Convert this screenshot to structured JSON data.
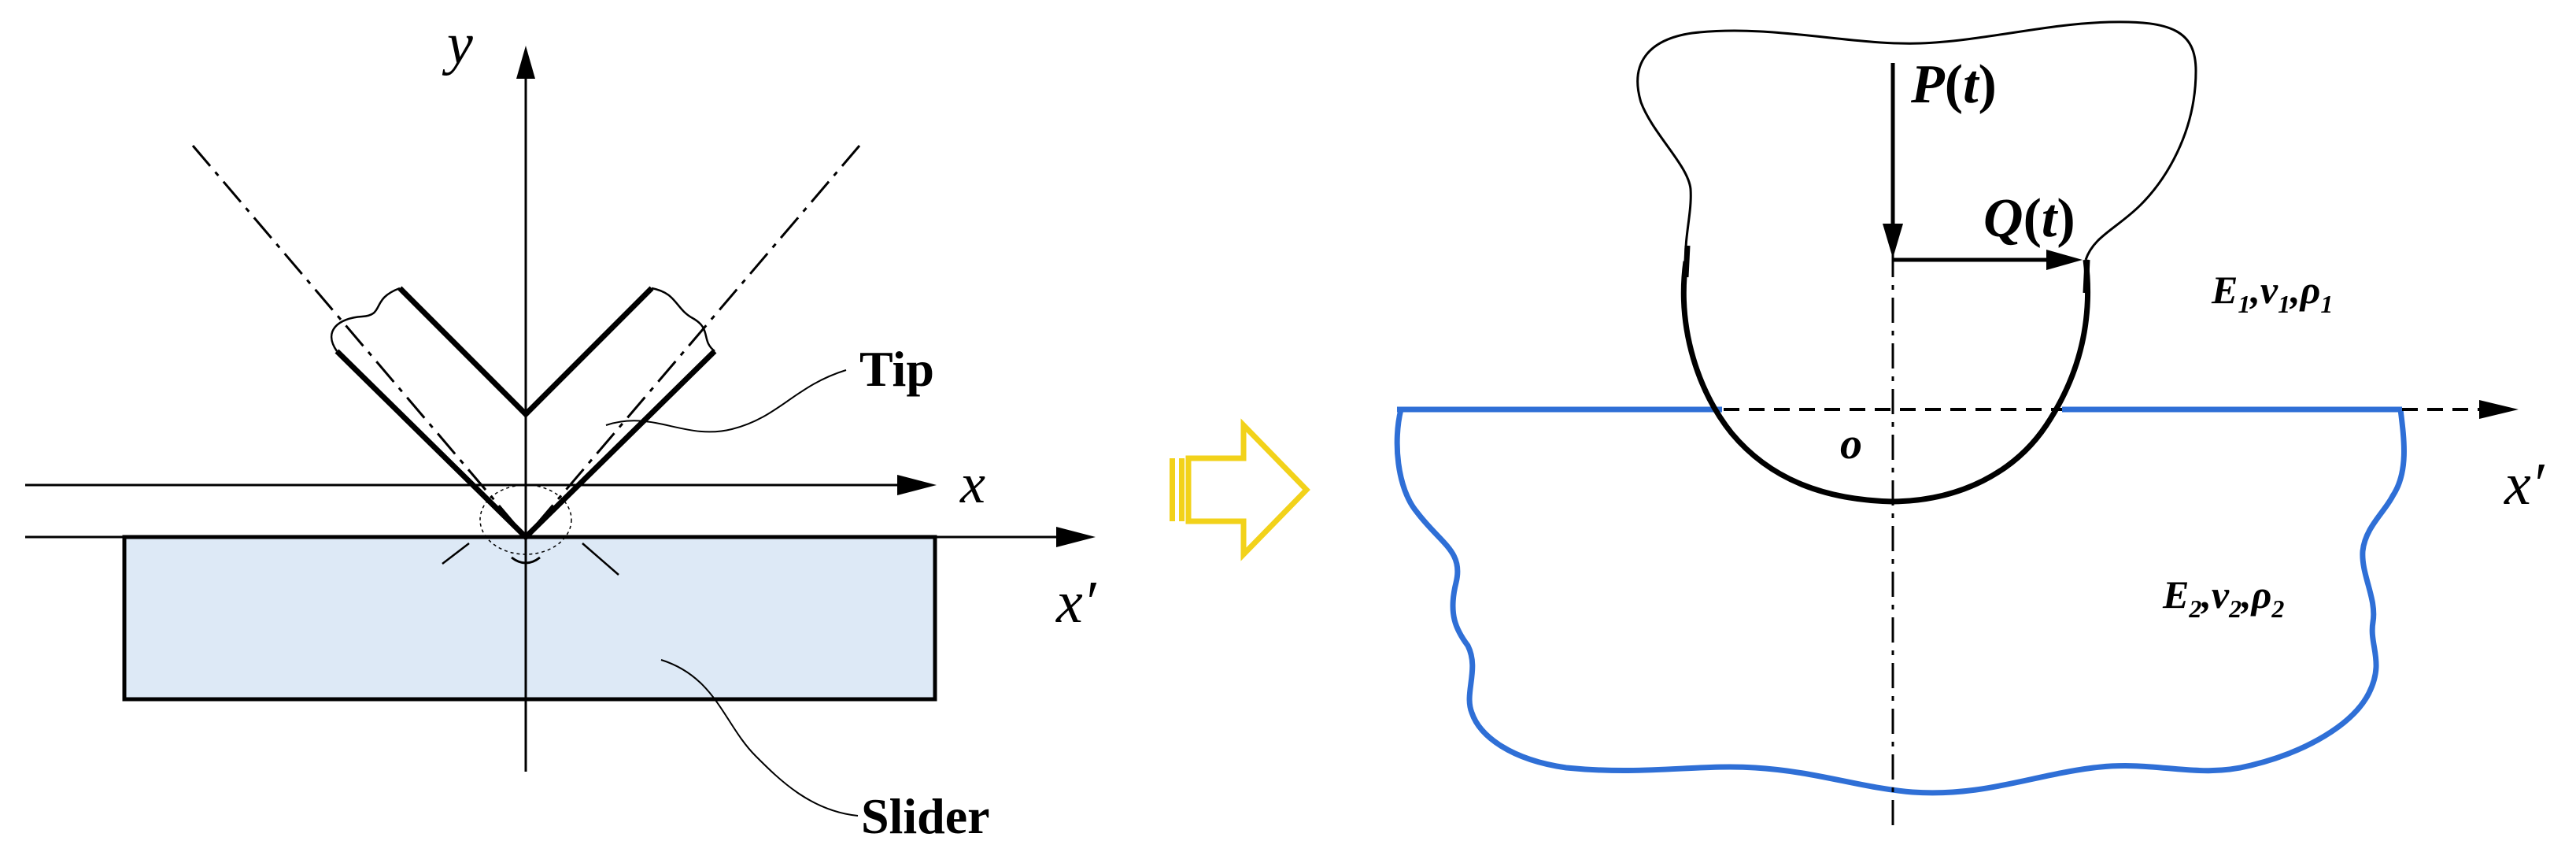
{
  "left_panel": {
    "axis_y": "y",
    "axis_x": "x",
    "axis_x_prime": "x′",
    "tip_label": "Tip",
    "slider_label": "Slider"
  },
  "right_panel": {
    "normal_force_label": {
      "main": "P",
      "paren_open": "(",
      "var": "t",
      "paren_close": ")"
    },
    "tangential_force_label": {
      "main": "Q",
      "paren_open": "(",
      "var": "t",
      "paren_close": ")"
    },
    "origin_label": "o",
    "axis_x_prime": "x′",
    "upper_body_props": {
      "e": "E",
      "e_sub": "1",
      "sep1": ",",
      "nu": "v",
      "nu_sub": "1",
      "sep2": ",",
      "rho": "ρ",
      "rho_sub": "1"
    },
    "lower_body_props": {
      "e": "E",
      "e_sub": "2",
      "sep1": ",",
      "nu": "v",
      "nu_sub": "2",
      "sep2": ",",
      "rho": "ρ",
      "rho_sub": "2"
    }
  },
  "colors": {
    "line": "#000000",
    "slider_fill": "#dde9f6",
    "substrate_outline": "#2f6fd6",
    "transition_arrow": "#f2d21a"
  }
}
